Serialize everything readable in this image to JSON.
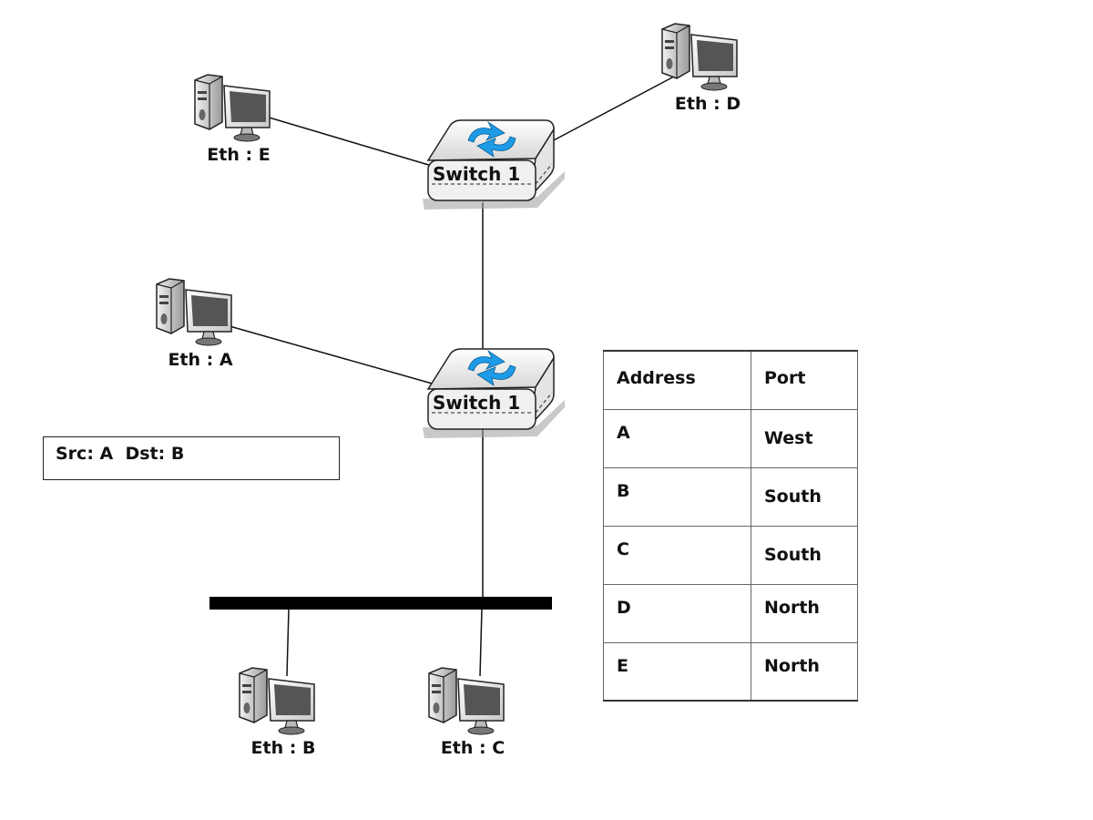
{
  "hosts": {
    "E": "Eth : E",
    "D": "Eth : D",
    "A": "Eth : A",
    "B": "Eth : B",
    "C": "Eth : C"
  },
  "switches": {
    "top": "Switch 1",
    "middle": "Switch 1"
  },
  "frame": {
    "label": "Src: A  Dst: B"
  },
  "table": {
    "headers": [
      "Address",
      "Port"
    ],
    "rows": [
      {
        "address": "A",
        "port": "West"
      },
      {
        "address": "B",
        "port": "South"
      },
      {
        "address": "C",
        "port": "South"
      },
      {
        "address": "D",
        "port": "North"
      },
      {
        "address": "E",
        "port": "North"
      }
    ]
  },
  "colors": {
    "arrow": "#1e9be6",
    "switch_body": "#ececec",
    "monitor_screen": "#555555",
    "bus": "#000000"
  }
}
